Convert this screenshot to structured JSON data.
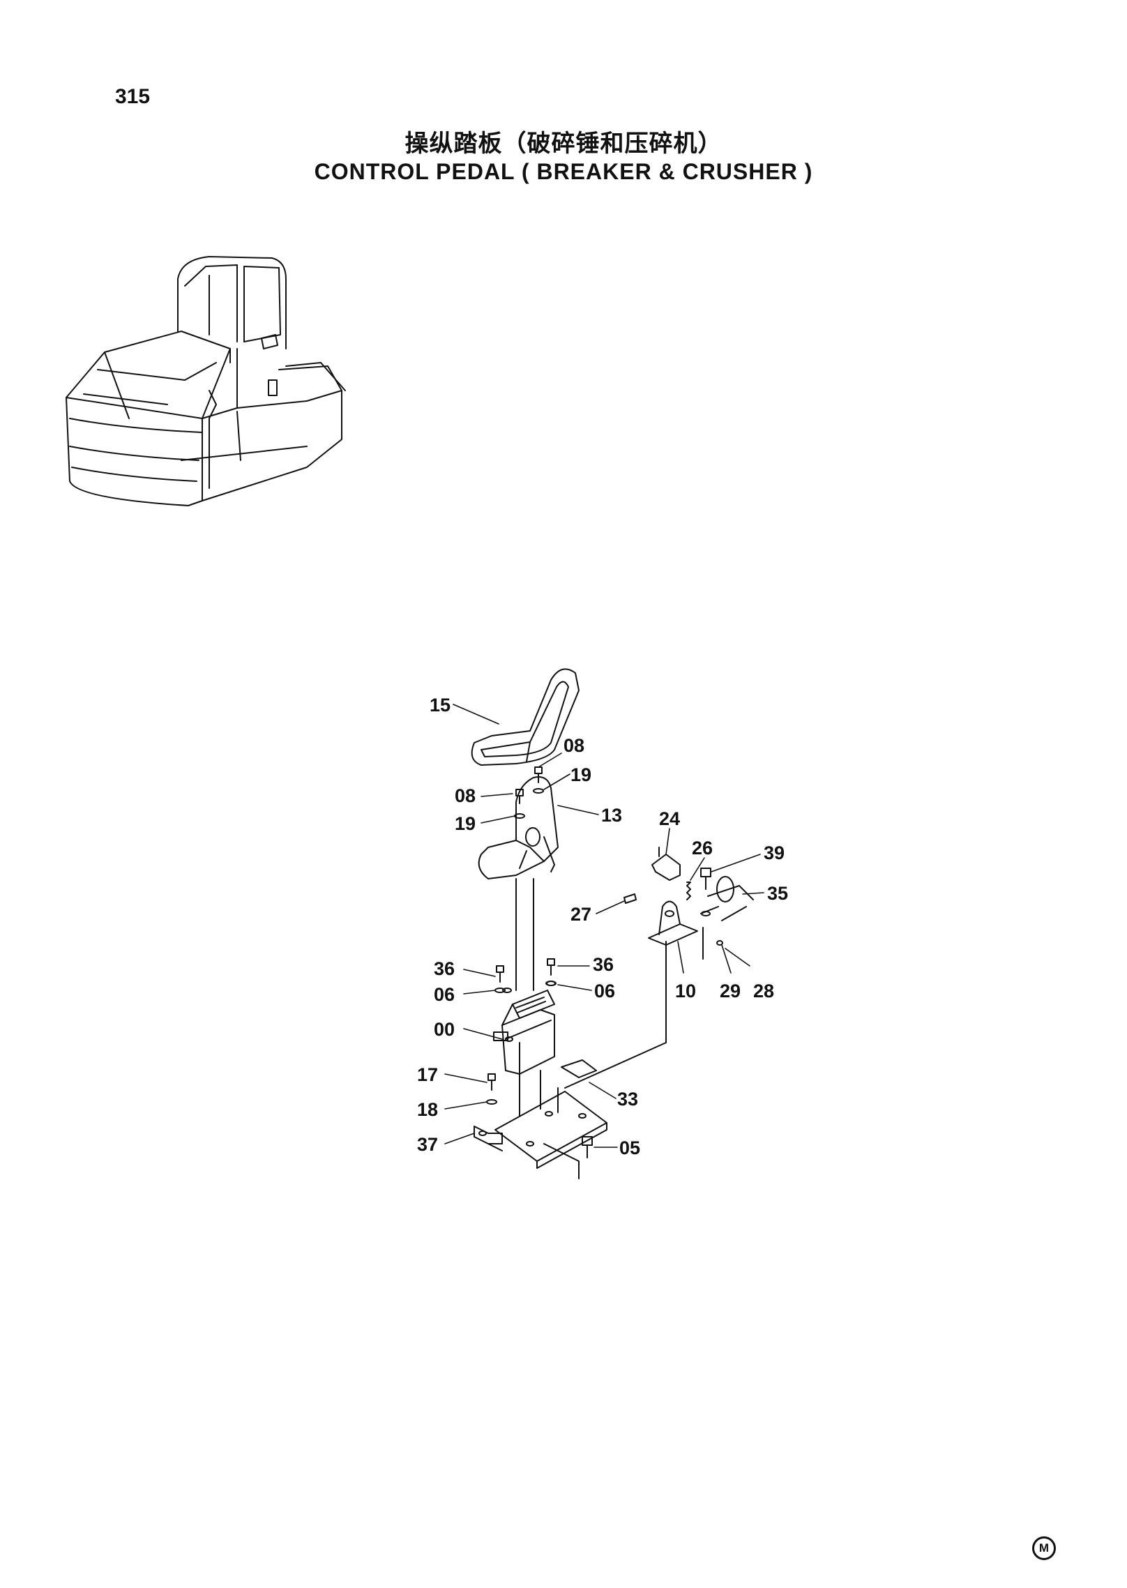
{
  "page_number": "315",
  "title_cn": "操纵踏板（破碎锤和压碎机）",
  "title_en": "CONTROL  PEDAL ( BREAKER  &  CRUSHER )",
  "callouts": {
    "c15": "15",
    "c08a": "08",
    "c19a": "19",
    "c08b": "08",
    "c19b": "19",
    "c13": "13",
    "c24": "24",
    "c26": "26",
    "c39": "39",
    "c35": "35",
    "c27": "27",
    "c36a": "36",
    "c36b": "36",
    "c06a": "06",
    "c06b": "06",
    "c10": "10",
    "c29": "29",
    "c28": "28",
    "c00": "00",
    "c17": "17",
    "c18": "18",
    "c33": "33",
    "c37": "37",
    "c05": "05"
  },
  "corner_mark": "M",
  "colors": {
    "ink": "#111111",
    "paper": "#ffffff"
  }
}
